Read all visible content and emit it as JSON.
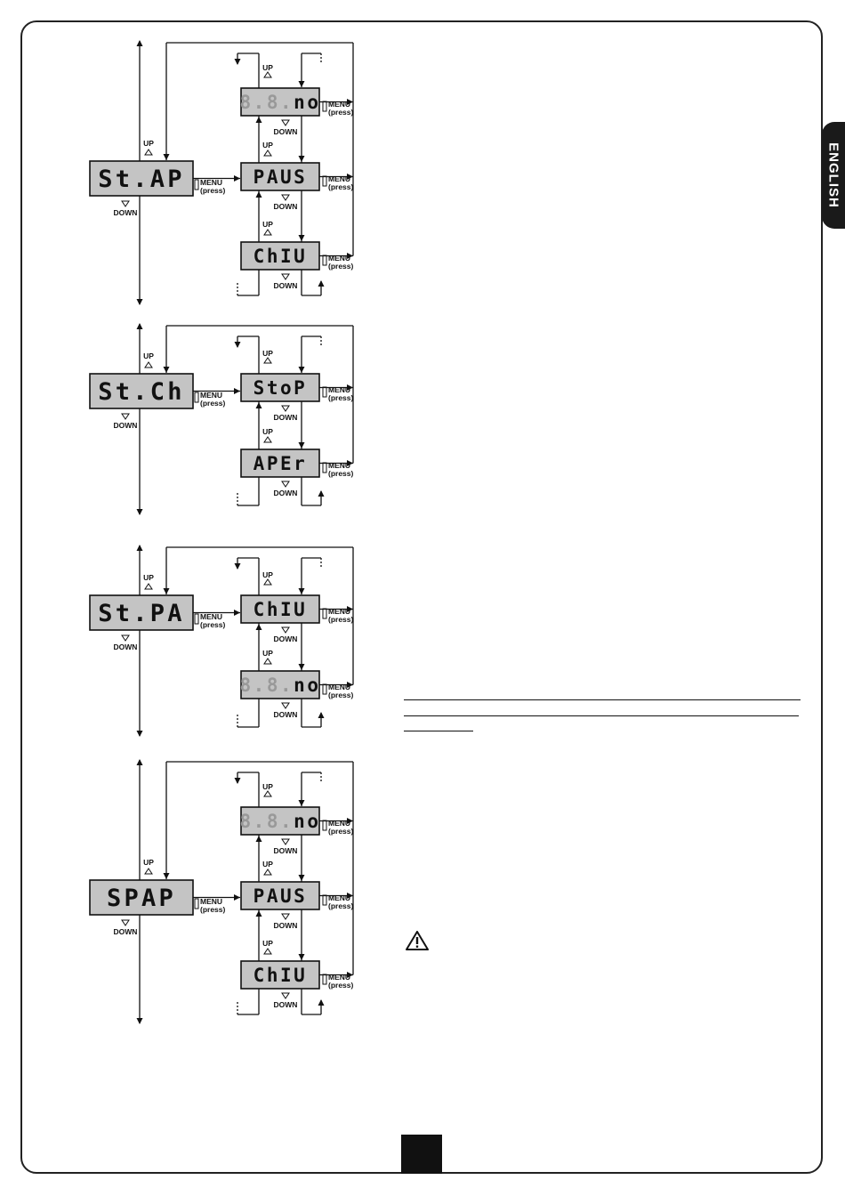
{
  "sidebar": {
    "language": "ENGLISH"
  },
  "labels": {
    "up": "UP",
    "down": "DOWN",
    "menu": "MENU",
    "press": "(press)"
  },
  "diagrams": [
    {
      "main": "St.AP",
      "options": [
        "no",
        "PAUS",
        "ChIU"
      ],
      "option_ghost": [
        true,
        false,
        false
      ]
    },
    {
      "main": "St.Ch",
      "options": [
        "StoP",
        "APEr"
      ],
      "option_ghost": [
        false,
        false
      ]
    },
    {
      "main": "St.PA",
      "options": [
        "ChIU",
        "no"
      ],
      "option_ghost": [
        false,
        true
      ]
    },
    {
      "main": "SPAP",
      "options": [
        "no",
        "PAUS",
        "ChIU"
      ],
      "option_ghost": [
        true,
        false,
        false
      ]
    }
  ],
  "warning_icon": "warning-triangle-icon",
  "colors": {
    "display_bg": "#c4c4c4",
    "frame": "#222222",
    "tab": "#1a1a1a"
  }
}
